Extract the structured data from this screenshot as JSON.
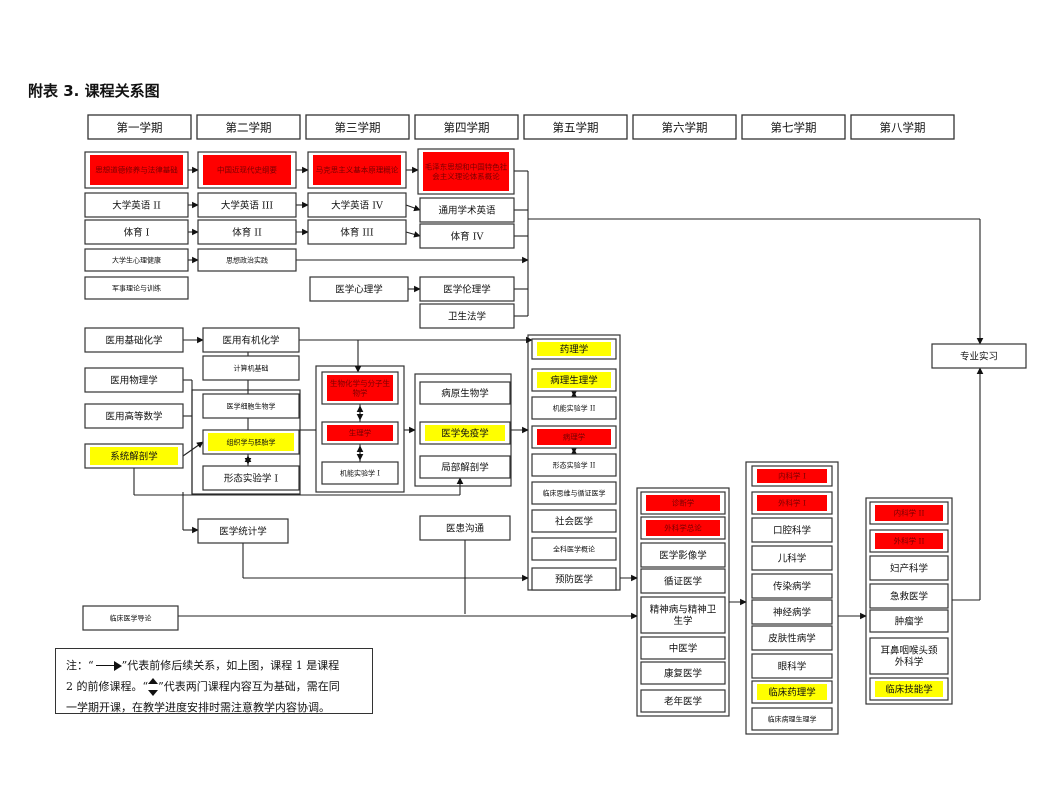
{
  "title": "附表 3. 课程关系图",
  "semesters": [
    "第一学期",
    "第二学期",
    "第三学期",
    "第四学期",
    "第五学期",
    "第六学期",
    "第七学期",
    "第八学期"
  ],
  "courses": [
    {
      "id": "c1",
      "label": "思想道德修养与法律基础",
      "hl": "red"
    },
    {
      "id": "c2",
      "label": "中国近现代史纲要",
      "hl": "red"
    },
    {
      "id": "c3",
      "label": "马克思主义基本原理概论",
      "hl": "red"
    },
    {
      "id": "c4",
      "label": "毛泽东思想和中国特色社会主义理论体系概论",
      "hl": "red"
    },
    {
      "id": "c5",
      "label": "大学英语 II"
    },
    {
      "id": "c6",
      "label": "大学英语 III"
    },
    {
      "id": "c7",
      "label": "大学英语 IV"
    },
    {
      "id": "c8",
      "label": "通用学术英语"
    },
    {
      "id": "c9",
      "label": "体育 I"
    },
    {
      "id": "c10",
      "label": "体育 II"
    },
    {
      "id": "c11",
      "label": "体育 III"
    },
    {
      "id": "c12",
      "label": "体育 IV"
    },
    {
      "id": "c13",
      "label": "大学生心理健康",
      "small": true
    },
    {
      "id": "c14",
      "label": "思想政治实践",
      "small": true
    },
    {
      "id": "c15",
      "label": "军事理论与训练",
      "small": true
    },
    {
      "id": "c16",
      "label": "医学心理学"
    },
    {
      "id": "c17",
      "label": "医学伦理学"
    },
    {
      "id": "c18",
      "label": "卫生法学"
    },
    {
      "id": "c19",
      "label": "医用基础化学"
    },
    {
      "id": "c20",
      "label": "医用有机化学"
    },
    {
      "id": "c21",
      "label": "计算机基础",
      "small": true
    },
    {
      "id": "c22",
      "label": "医用物理学"
    },
    {
      "id": "c23",
      "label": "医学细胞生物学",
      "small": true
    },
    {
      "id": "c24",
      "label": "医用高等数学"
    },
    {
      "id": "c25",
      "label": "组织学与胚胎学",
      "hl": "yellow",
      "small": true
    },
    {
      "id": "c26",
      "label": "系统解剖学",
      "hl": "yellow"
    },
    {
      "id": "c27",
      "label": "形态实验学 I"
    },
    {
      "id": "c28",
      "label": "生物化学与分子生物学",
      "hl": "red"
    },
    {
      "id": "c29",
      "label": "生理学",
      "hl": "red"
    },
    {
      "id": "c30",
      "label": "机能实验学 I",
      "small": true
    },
    {
      "id": "c31",
      "label": "病原生物学"
    },
    {
      "id": "c32",
      "label": "医学免疫学",
      "hl": "yellow"
    },
    {
      "id": "c33",
      "label": "局部解剖学"
    },
    {
      "id": "c34",
      "label": "药理学",
      "hl": "yellow"
    },
    {
      "id": "c35",
      "label": "病理生理学",
      "hl": "yellow"
    },
    {
      "id": "c36",
      "label": "机能实验学 II",
      "small": true
    },
    {
      "id": "c37",
      "label": "病理学",
      "hl": "red"
    },
    {
      "id": "c38",
      "label": "形态实验学 II",
      "small": true
    },
    {
      "id": "c39",
      "label": "临床思维与循证医学",
      "small": true
    },
    {
      "id": "c40",
      "label": "社会医学"
    },
    {
      "id": "c41",
      "label": "全科医学概论",
      "small": true
    },
    {
      "id": "c42",
      "label": "预防医学"
    },
    {
      "id": "c43",
      "label": "医学统计学"
    },
    {
      "id": "c44",
      "label": "医患沟通"
    },
    {
      "id": "c45",
      "label": "临床医学导论",
      "small": true
    },
    {
      "id": "c46",
      "label": "诊断学",
      "hl": "red"
    },
    {
      "id": "c47",
      "label": "外科学总论",
      "hl": "red"
    },
    {
      "id": "c48",
      "label": "医学影像学"
    },
    {
      "id": "c49",
      "label": "循证医学"
    },
    {
      "id": "c50",
      "label": "精神病与精神卫生学"
    },
    {
      "id": "c51",
      "label": "中医学"
    },
    {
      "id": "c52",
      "label": "康复医学"
    },
    {
      "id": "c53",
      "label": "老年医学"
    },
    {
      "id": "c54",
      "label": "内科学 I",
      "hl": "red"
    },
    {
      "id": "c55",
      "label": "外科学 I",
      "hl": "red"
    },
    {
      "id": "c56",
      "label": "口腔科学"
    },
    {
      "id": "c57",
      "label": "儿科学"
    },
    {
      "id": "c58",
      "label": "传染病学"
    },
    {
      "id": "c59",
      "label": "神经病学"
    },
    {
      "id": "c60",
      "label": "皮肤性病学"
    },
    {
      "id": "c61",
      "label": "眼科学"
    },
    {
      "id": "c62",
      "label": "临床药理学",
      "hl": "yellow"
    },
    {
      "id": "c63",
      "label": "临床病理生理学",
      "small": true
    },
    {
      "id": "c64",
      "label": "内科学 II",
      "hl": "red"
    },
    {
      "id": "c65",
      "label": "外科学 II",
      "hl": "red"
    },
    {
      "id": "c66",
      "label": "妇产科学"
    },
    {
      "id": "c67",
      "label": "急救医学"
    },
    {
      "id": "c68",
      "label": "肿瘤学"
    },
    {
      "id": "c69",
      "label": "耳鼻咽喉头颈外科学"
    },
    {
      "id": "c70",
      "label": "临床技能学",
      "hl": "yellow"
    },
    {
      "id": "c71",
      "label": "专业实习"
    }
  ],
  "legend": {
    "line1_a": "注：“",
    "line1_b": "”代表前修后续关系，如上图，课程 1 是课程",
    "line2_a": "2 的前修课程。“",
    "line2_b": "”代表两门课程内容互为基础，需在同",
    "line3": "一学期开课，在教学进度安排时需注意教学内容协调。"
  },
  "colors": {
    "highlight_red": "#ff0000",
    "highlight_yellow": "#ffff00",
    "border": "#333333"
  }
}
